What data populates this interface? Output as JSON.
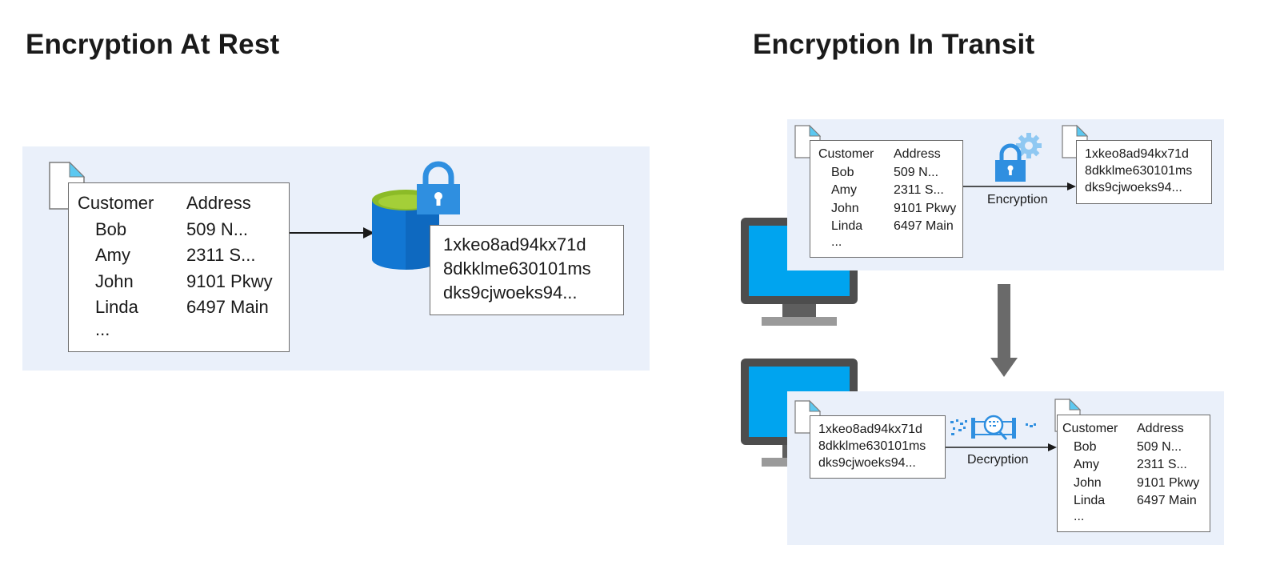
{
  "left": {
    "title": "Encryption At Rest",
    "table": {
      "headers": [
        "Customer",
        "Address"
      ],
      "rows": [
        [
          "Bob",
          "509 N..."
        ],
        [
          "Amy",
          "2311 S..."
        ],
        [
          "John",
          "9101 Pkwy"
        ],
        [
          "Linda",
          "6497 Main"
        ]
      ],
      "ellipsis": "..."
    },
    "cipher": [
      "1xkeo8ad94kx71d",
      "8dkklme630101ms",
      "dks9cjwoeks94..."
    ]
  },
  "right": {
    "title": "Encryption In Transit",
    "encryption_label": "Encryption",
    "decryption_label": "Decryption",
    "table": {
      "headers": [
        "Customer",
        "Address"
      ],
      "rows": [
        [
          "Bob",
          "509 N..."
        ],
        [
          "Amy",
          "2311 S..."
        ],
        [
          "John",
          "9101 Pkwy"
        ],
        [
          "Linda",
          "6497 Main"
        ]
      ],
      "ellipsis": "..."
    },
    "cipher": [
      "1xkeo8ad94kx71d",
      "8dkklme630101ms",
      "dks9cjwoeks94..."
    ]
  },
  "colors": {
    "panel": "#eaf0fa",
    "monitor_screen": "#00a4ef",
    "monitor_frame": "#4d4d4d",
    "lock_blue": "#2f8fe0",
    "db_blue": "#0078d4",
    "db_top": "#8cbb27",
    "arrow_gray": "#6a6a6a"
  },
  "icons": [
    "document-icon",
    "database-icon",
    "lock-icon",
    "gear-icon",
    "monitor-icon",
    "decryption-icon"
  ]
}
